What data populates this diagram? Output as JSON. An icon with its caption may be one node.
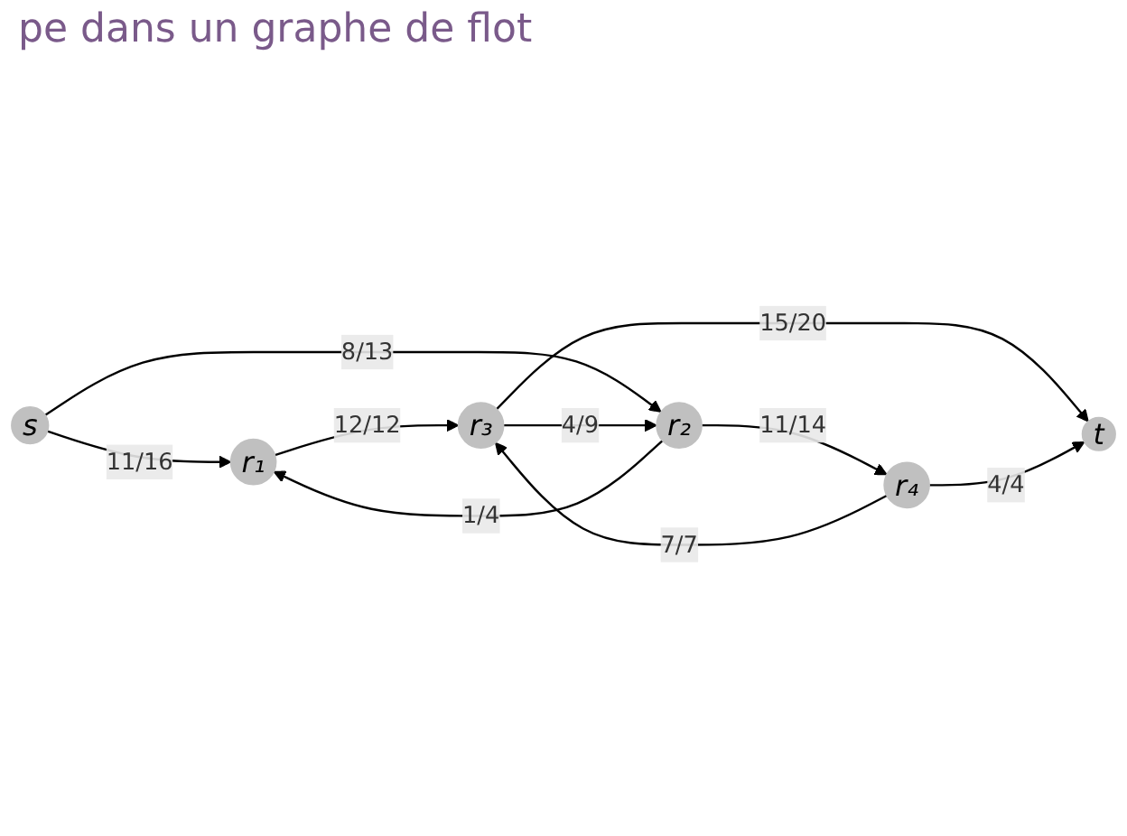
{
  "diagram": {
    "title": "pe dans un graphe de flot",
    "nodes": [
      {
        "text": [
          "s"
        ]
      },
      {
        "text": [
          "r₁"
        ]
      },
      {
        "text": [
          "r₂"
        ]
      },
      {
        "text": [
          "r₃"
        ]
      },
      {
        "text": [
          "r₄"
        ]
      },
      {
        "text": [
          "t"
        ]
      }
    ],
    "edges": [
      {
        "from": 0,
        "to": 1,
        "arrow": "to",
        "label": "11/16"
      },
      {
        "from": 0,
        "to": 2,
        "arrow": "to",
        "label": "8/13"
      },
      {
        "from": 2,
        "to": 1,
        "arrow": "to",
        "label": "1/4"
      },
      {
        "from": 1,
        "to": 3,
        "arrow": "to",
        "label": "12/12"
      },
      {
        "from": 3,
        "to": 2,
        "arrow": "to",
        "label": "4/9"
      },
      {
        "from": 2,
        "to": 4,
        "arrow": "to",
        "label": "11/14"
      },
      {
        "from": 4,
        "to": 3,
        "arrow": "to",
        "label": "7/7"
      },
      {
        "from": 3,
        "to": 5,
        "arrow": "to",
        "label": "15/20"
      },
      {
        "from": 4,
        "to": 5,
        "arrow": "to",
        "label": "4/4"
      }
    ]
  }
}
